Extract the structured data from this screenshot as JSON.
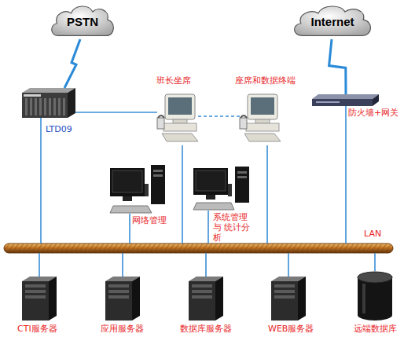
{
  "diagram": {
    "nodes": [
      {
        "text": [
          "PSTN"
        ]
      },
      {
        "text": [
          "Internet"
        ]
      },
      {
        "text": [
          "LTD09"
        ]
      },
      {
        "text": [
          "班长坐席"
        ]
      },
      {
        "text": [
          "座席和数据终端"
        ]
      },
      {
        "text": [
          "防火墙+网关"
        ]
      },
      {
        "text": [
          "网络管理"
        ]
      },
      {
        "text": [
          "系统管理 与 统计分析"
        ]
      },
      {
        "text": [
          "LAN"
        ]
      },
      {
        "text": [
          "CTI服务器"
        ]
      },
      {
        "text": [
          "应用服务器"
        ]
      },
      {
        "text": [
          "数据库服务器"
        ]
      },
      {
        "text": [
          "WEB服务器"
        ]
      },
      {
        "text": [
          "远端数据库"
        ]
      }
    ],
    "edges": [
      {
        "from": 0,
        "to": 2,
        "arrow": "none"
      },
      {
        "from": 1,
        "to": 5,
        "arrow": "none"
      },
      {
        "from": 2,
        "to": 3,
        "arrow": "none"
      },
      {
        "from": 3,
        "to": 4,
        "arrow": "none"
      },
      {
        "from": 2,
        "to": 8,
        "arrow": "none"
      },
      {
        "from": 3,
        "to": 8,
        "arrow": "none"
      },
      {
        "from": 4,
        "to": 8,
        "arrow": "none"
      },
      {
        "from": 5,
        "to": 8,
        "arrow": "none"
      },
      {
        "from": 6,
        "to": 8,
        "arrow": "none"
      },
      {
        "from": 7,
        "to": 8,
        "arrow": "none"
      },
      {
        "from": 8,
        "to": 9,
        "arrow": "none"
      },
      {
        "from": 8,
        "to": 10,
        "arrow": "none"
      },
      {
        "from": 8,
        "to": 11,
        "arrow": "none"
      },
      {
        "from": 8,
        "to": 12,
        "arrow": "none"
      },
      {
        "from": 8,
        "to": 13,
        "arrow": "none"
      }
    ]
  }
}
